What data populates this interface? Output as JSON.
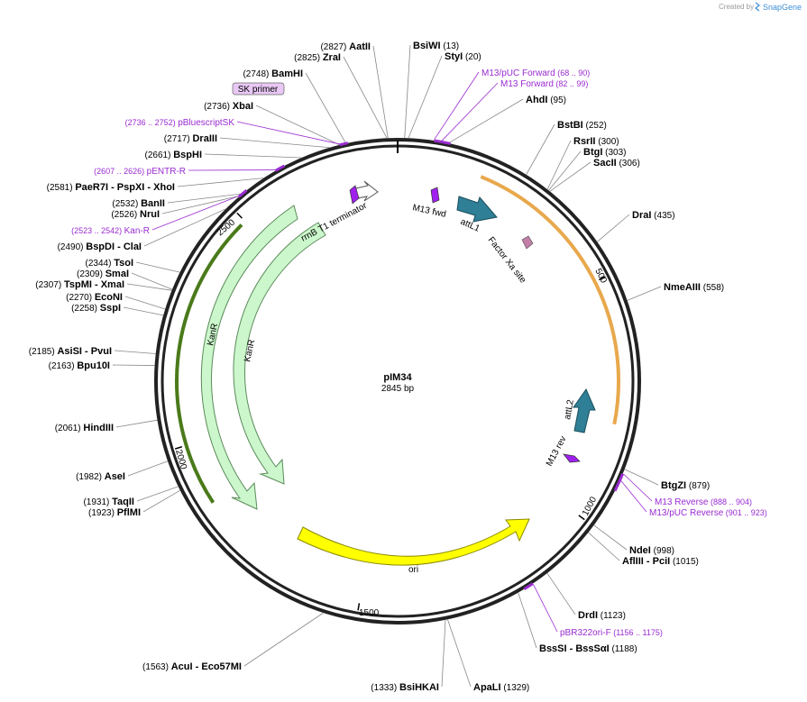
{
  "branding": {
    "created_by": "Created by",
    "product": "SnapGene"
  },
  "map": {
    "name": "pIM34",
    "length_label": "2845 bp",
    "total_bp": 2845,
    "tick_labels": [
      "500",
      "1000",
      "1500",
      "2000",
      "2500"
    ]
  },
  "enzymes": [
    {
      "id": "bsiwi",
      "name": "BsiWI",
      "pos": "(13)"
    },
    {
      "id": "styi",
      "name": "StyI",
      "pos": "(20)"
    },
    {
      "id": "ahdi",
      "name": "AhdI",
      "pos": "(95)"
    },
    {
      "id": "bstbi",
      "name": "BstBI",
      "pos": "(252)"
    },
    {
      "id": "rsrii",
      "name": "RsrII",
      "pos": "(300)"
    },
    {
      "id": "btgi",
      "name": "BtgI",
      "pos": "(303)"
    },
    {
      "id": "sacii",
      "name": "SacII",
      "pos": "(306)"
    },
    {
      "id": "drai",
      "name": "DraI",
      "pos": "(435)"
    },
    {
      "id": "nmeaiii",
      "name": "NmeAIII",
      "pos": "(558)"
    },
    {
      "id": "btgzi",
      "name": "BtgZI",
      "pos": "(879)"
    },
    {
      "id": "ndei",
      "name": "NdeI",
      "pos": "(998)"
    },
    {
      "id": "afliii",
      "name": "AflIII",
      "sep": "-",
      "name2": "PciI",
      "pos": "(1015)"
    },
    {
      "id": "drdi",
      "name": "DrdI",
      "pos": "(1123)"
    },
    {
      "id": "bsssi",
      "name": "BssSI",
      "sep": "-",
      "name2": "BssSαI",
      "pos": "(1188)"
    },
    {
      "id": "apali",
      "name": "ApaLI",
      "pos": "(1329)"
    },
    {
      "id": "bsihkai",
      "name": "BsiHKAI",
      "pos": "(1333)"
    },
    {
      "id": "acui",
      "name": "AcuI",
      "sep": "-",
      "name2": "Eco57MI",
      "pos": "(1563)"
    },
    {
      "id": "pfimi",
      "name": "PflMI",
      "pos": "(1923)"
    },
    {
      "id": "taqii",
      "name": "TaqII",
      "pos": "(1931)"
    },
    {
      "id": "asei",
      "name": "AseI",
      "pos": "(1982)"
    },
    {
      "id": "hindiii",
      "name": "HindIII",
      "pos": "(2061)"
    },
    {
      "id": "bpu10i",
      "name": "Bpu10I",
      "pos": "(2163)"
    },
    {
      "id": "asisi",
      "name": "AsiSI",
      "sep": "-",
      "name2": "PvuI",
      "pos": "(2185)"
    },
    {
      "id": "sspi",
      "name": "SspI",
      "pos": "(2258)"
    },
    {
      "id": "econi",
      "name": "EcoNI",
      "pos": "(2270)"
    },
    {
      "id": "tspmi",
      "name": "TspMI",
      "sep": "-",
      "name2": "XmaI",
      "pos": "(2307)"
    },
    {
      "id": "smai",
      "name": "SmaI",
      "pos": "(2309)"
    },
    {
      "id": "tsoi",
      "name": "TsoI",
      "pos": "(2344)"
    },
    {
      "id": "bspdi",
      "name": "BspDI",
      "sep": "-",
      "name2": "ClaI",
      "pos": "(2490)"
    },
    {
      "id": "nrui",
      "name": "NruI",
      "pos": "(2526)"
    },
    {
      "id": "banii",
      "name": "BanII",
      "pos": "(2532)"
    },
    {
      "id": "paer7i",
      "name": "PaeR7I",
      "sep": "-",
      "name2": "PspXI",
      "sep2": "-",
      "name3": "XhoI",
      "pos": "(2581)"
    },
    {
      "id": "bsphi",
      "name": "BspHI",
      "pos": "(2661)"
    },
    {
      "id": "draiii",
      "name": "DraIII",
      "pos": "(2717)"
    },
    {
      "id": "xbai",
      "name": "XbaI",
      "pos": "(2736)"
    },
    {
      "id": "bamhi",
      "name": "BamHI",
      "pos": "(2748)"
    },
    {
      "id": "zrai",
      "name": "ZraI",
      "pos": "(2825)"
    },
    {
      "id": "aatii",
      "name": "AatII",
      "pos": "(2827)"
    }
  ],
  "primers": [
    {
      "id": "m13puc-fwd",
      "name": "M13/pUC Forward",
      "range": "(68 .. 90)"
    },
    {
      "id": "m13-fwd-primer",
      "name": "M13 Forward",
      "range": "(82 .. 99)"
    },
    {
      "id": "m13-rev-primer",
      "name": "M13 Reverse",
      "range": "(888 .. 904)"
    },
    {
      "id": "m13puc-rev",
      "name": "M13/pUC Reverse",
      "range": "(901 .. 923)"
    },
    {
      "id": "pbr322ori",
      "name": "pBR322ori-F",
      "range": "(1156 .. 1175)"
    },
    {
      "id": "kan-r-primer",
      "name": "Kan-R",
      "range": "(2523 .. 2542)"
    },
    {
      "id": "pentr-r",
      "name": "pENTR-R",
      "range": "(2607 .. 2626)"
    },
    {
      "id": "pbluescriptsk",
      "name": "pBluescriptSK",
      "range": "(2736 .. 2752)"
    }
  ],
  "sk_primer_label": "SK primer",
  "features": {
    "rrnb": "rrnB T1 terminator",
    "m13fwd": "M13 fwd",
    "attl1": "attL1",
    "factorxa": "Factor Xa site",
    "attl2": "attL2",
    "m13rev": "M13 rev",
    "ori": "ori",
    "kanr_outer": "KanR",
    "kanr_inner": "KanR"
  },
  "colors": {
    "primer": "#9a2bd1",
    "kanr_fill": "#ccf7cc",
    "ori_fill": "#ffff00",
    "att_fill": "#2f7f96",
    "orange_arc": "#e8a84c",
    "green_arc": "#4a7a1a"
  }
}
